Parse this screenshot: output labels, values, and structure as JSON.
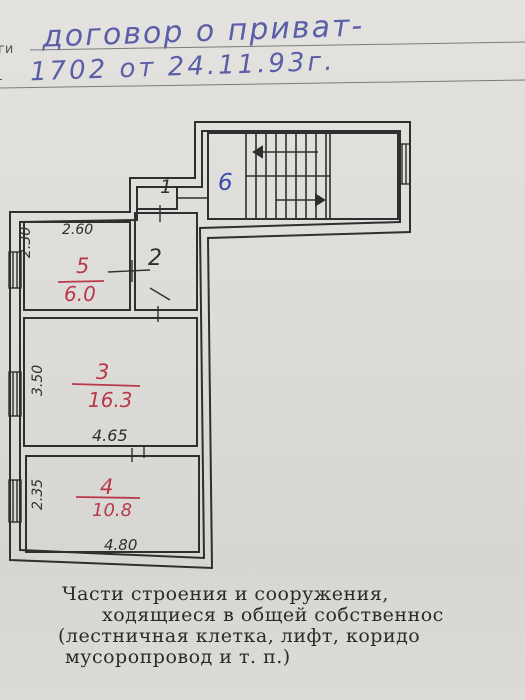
{
  "header": {
    "line1": "договор о приват-",
    "line2": "1702 от 24.11.93г.",
    "left_margin": [
      "ги",
      "-"
    ]
  },
  "rooms": [
    {
      "number": "1",
      "area": "",
      "width": "",
      "height": ""
    },
    {
      "number": "2",
      "area": "",
      "width": "",
      "height": ""
    },
    {
      "number": "3",
      "area": "16.3",
      "width": "4.65",
      "height": "3.50"
    },
    {
      "number": "4",
      "area": "10.8",
      "width": "4.80",
      "height": "2.35"
    },
    {
      "number": "5",
      "area": "6.0",
      "width": "2.60",
      "height": "2.30"
    },
    {
      "number": "6",
      "area": "",
      "width": "",
      "height": ""
    }
  ],
  "footer": {
    "line1": "Части строения и сооружения,",
    "line2": "ходящиеся в общей собственнос",
    "line3": "(лестничная клетка, лифт, коридо",
    "line4": "мусоропровод и т. п.)"
  },
  "colors": {
    "ink": "#5a5ea8",
    "red_ink": "#b8394a",
    "number_blue": "#3c4ab0"
  }
}
